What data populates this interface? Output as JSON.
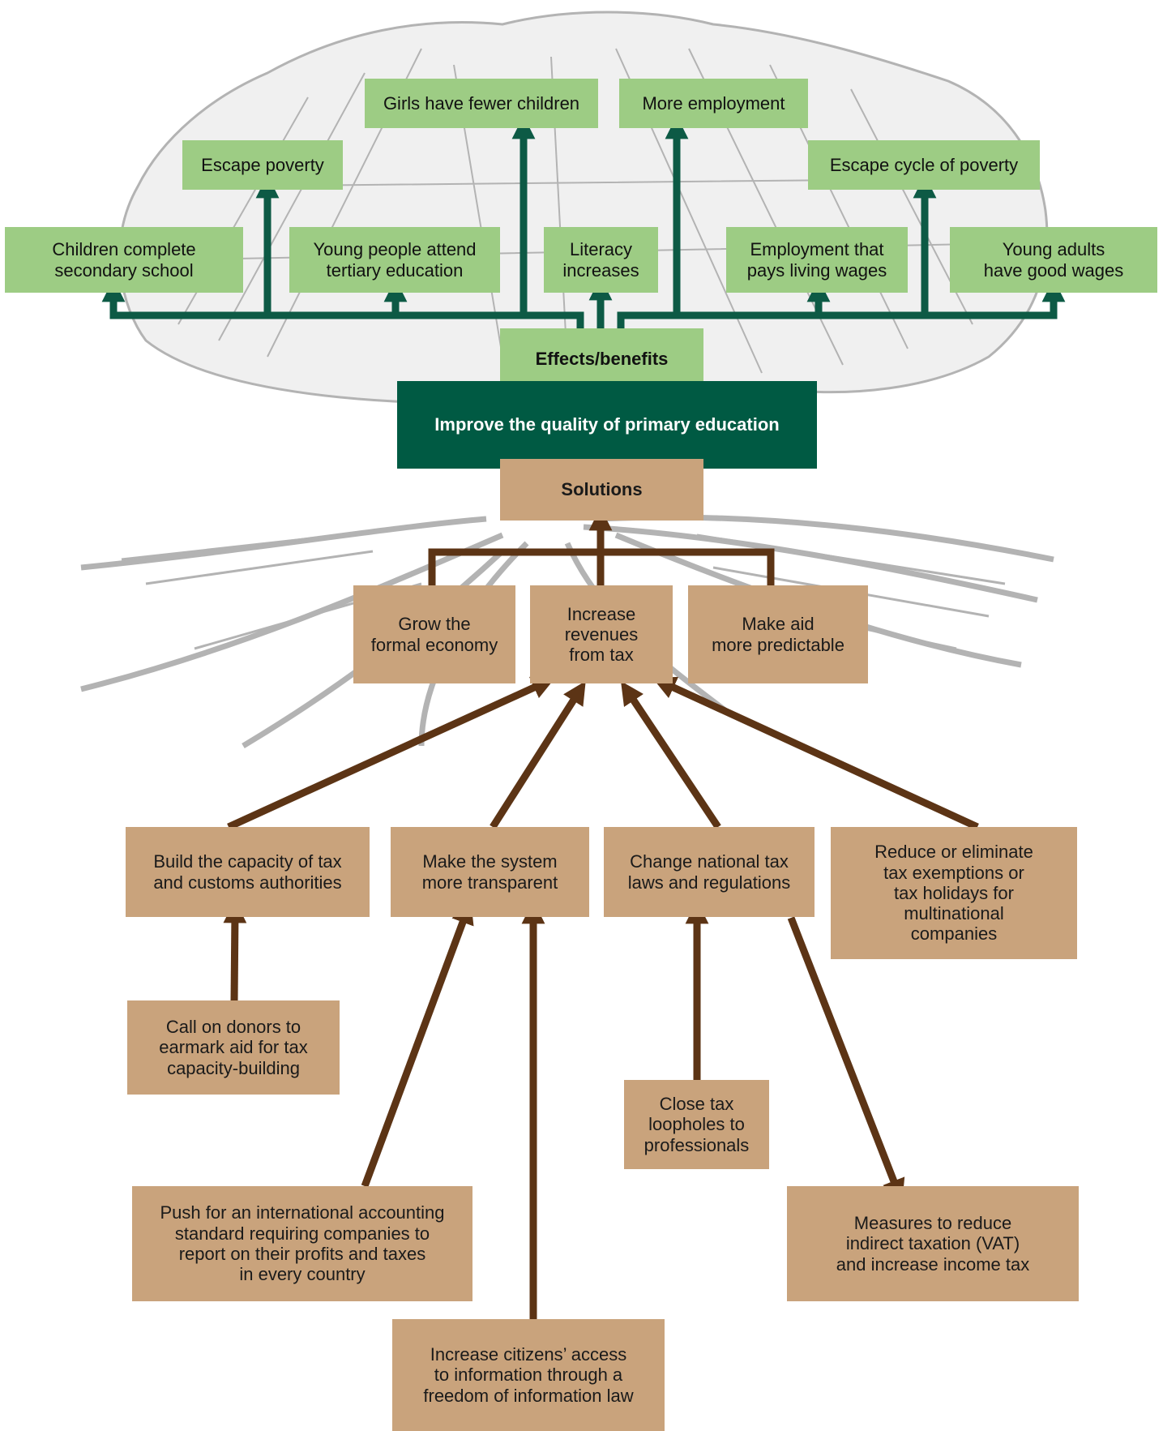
{
  "colors": {
    "effects_box": "#9dcc84",
    "effects_arrow": "#0d5a45",
    "core_box": "#005a43",
    "solutions_box": "#c9a37c",
    "solutions_arrow": "#5c3415",
    "sketch": "#9a9a9a"
  },
  "illustration": "tree-sketch",
  "core": "Improve the quality of primary education",
  "effects": {
    "heading": "Effects/benefits",
    "items": [
      "Children complete\nsecondary school",
      "Escape poverty",
      "Young people attend\ntertiary education",
      "Girls have fewer children",
      "Literacy\nincreases",
      "More employment",
      "Employment that\npays living wages",
      "Escape cycle of poverty",
      "Young adults\nhave good wages"
    ]
  },
  "solutions": {
    "heading": "Solutions",
    "level1": [
      "Grow the\nformal economy",
      "Increase\nrevenues\nfrom tax",
      "Make aid\nmore predictable"
    ],
    "level2": [
      "Build the capacity of tax\nand customs authorities",
      "Make the system\nmore transparent",
      "Change national tax\nlaws and regulations",
      "Reduce or eliminate\ntax exemptions or\ntax holidays for\nmultinational\ncompanies"
    ],
    "level3": [
      "Call on donors to\nearmark aid for tax\ncapacity-building",
      "Push for an international accounting\nstandard requiring companies to\nreport on their profits and taxes\nin every country",
      "Increase citizens’ access\nto information through a\nfreedom of information law",
      "Close tax\nloopholes to\nprofessionals",
      "Measures to reduce\nindirect taxation (VAT)\nand increase income tax"
    ]
  }
}
